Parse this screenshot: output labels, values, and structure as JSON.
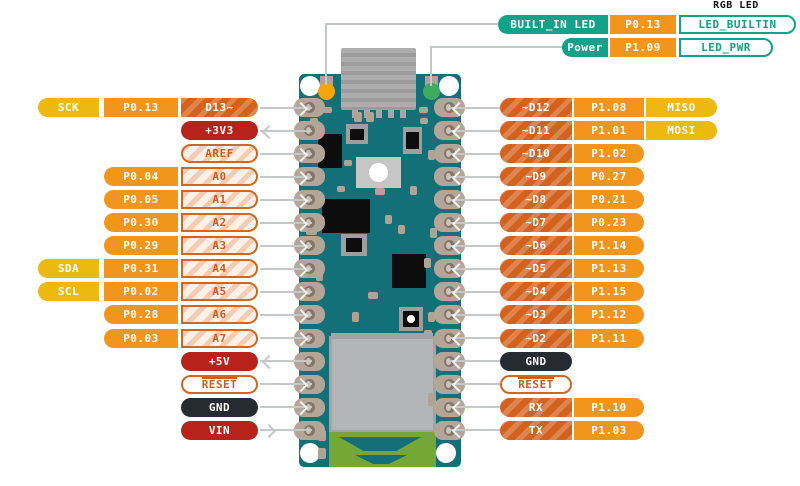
{
  "header": {
    "rgb_led_label": "RGB LED"
  },
  "colors": {
    "orange": "#F2951D",
    "yellow": "#EBB90F",
    "digital_dark": "#D4621F",
    "analog_bg": "#FCF1E8",
    "analog_text": "#CE5B1F",
    "pill_border": "#D2661F",
    "power_red": "#B7231B",
    "gnd_black": "#262B31",
    "teal": "#12A189",
    "board_teal": "#137079",
    "antenna_green": "#74A736",
    "line_gray": "#C5C8C8",
    "pad_tan": "#B3A698",
    "led_yellow": "#F2A60D",
    "led_green": "#3FA95F"
  },
  "top_rows": [
    {
      "function": "BUILT_IN LED",
      "port": "P0.13",
      "net": "LED_BUILTIN"
    },
    {
      "function": "Power",
      "port": "P1.09",
      "net": "LED_PWR"
    }
  ],
  "left_rows": [
    {
      "function": "SCK",
      "port": "P0.13",
      "pin": "D13~",
      "style": "digital"
    },
    {
      "pin": "+3V3",
      "style": "power",
      "arrow": "out"
    },
    {
      "pin": "AREF",
      "style": "analog"
    },
    {
      "port": "P0.04",
      "pin": "A0",
      "style": "analog"
    },
    {
      "port": "P0.05",
      "pin": "A1",
      "style": "analog"
    },
    {
      "port": "P0.30",
      "pin": "A2",
      "style": "analog"
    },
    {
      "port": "P0.29",
      "pin": "A3",
      "style": "analog"
    },
    {
      "function": "SDA",
      "port": "P0.31",
      "pin": "A4",
      "style": "analog"
    },
    {
      "function": "SCL",
      "port": "P0.02",
      "pin": "A5",
      "style": "analog"
    },
    {
      "port": "P0.28",
      "pin": "A6",
      "style": "analog"
    },
    {
      "port": "P0.03",
      "pin": "A7",
      "style": "analog"
    },
    {
      "pin": "+5V",
      "style": "power",
      "arrow": "out"
    },
    {
      "pin": "RESET",
      "style": "reset",
      "overline": true
    },
    {
      "pin": "GND",
      "style": "gnd"
    },
    {
      "pin": "VIN",
      "style": "power",
      "arrow": "in"
    }
  ],
  "right_rows": [
    {
      "pin": "~D12",
      "port": "P1.08",
      "function": "MISO",
      "style": "digital"
    },
    {
      "pin": "~D11",
      "port": "P1.01",
      "function": "MOSI",
      "style": "digital"
    },
    {
      "pin": "~D10",
      "port": "P1.02",
      "style": "digital"
    },
    {
      "pin": "~D9",
      "port": "P0.27",
      "style": "digital"
    },
    {
      "pin": "~D8",
      "port": "P0.21",
      "style": "digital"
    },
    {
      "pin": "~D7",
      "port": "P0.23",
      "style": "digital"
    },
    {
      "pin": "~D6",
      "port": "P1.14",
      "style": "digital"
    },
    {
      "pin": "~D5",
      "port": "P1.13",
      "style": "digital"
    },
    {
      "pin": "~D4",
      "port": "P1.15",
      "style": "digital"
    },
    {
      "pin": "~D3",
      "port": "P1.12",
      "style": "digital"
    },
    {
      "pin": "~D2",
      "port": "P1.11",
      "style": "digital"
    },
    {
      "pin": "GND",
      "style": "gnd"
    },
    {
      "pin": "RESET",
      "style": "reset",
      "overline": true
    },
    {
      "pin": "RX",
      "port": "P1.10",
      "style": "digital"
    },
    {
      "pin": "TX",
      "port": "P1.03",
      "style": "digital"
    }
  ]
}
